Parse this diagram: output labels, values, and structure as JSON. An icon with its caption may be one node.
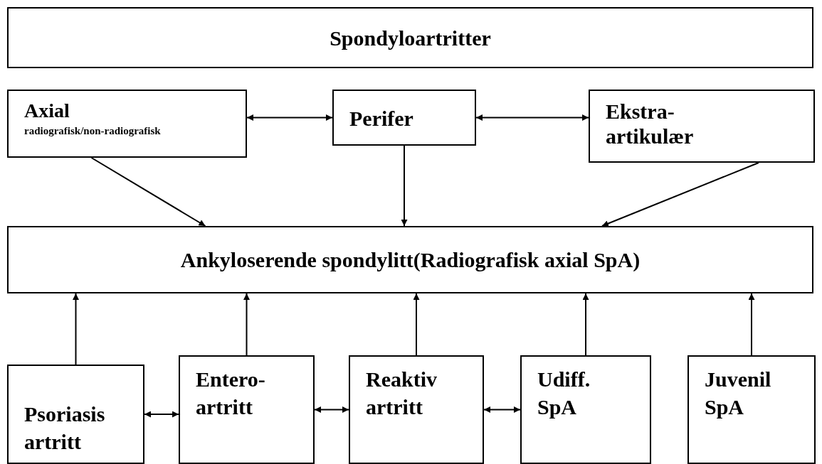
{
  "diagram": {
    "nodes": [
      {
        "text": [
          "Spondyloartritter"
        ]
      },
      {
        "text": [
          "Axial",
          "radiografisk/non-radiografisk"
        ]
      },
      {
        "text": [
          "Perifer"
        ]
      },
      {
        "text": [
          "Ekstra-artikulær"
        ]
      },
      {
        "text": [
          "Ankyloserende spondylitt(Radiografisk axial SpA)"
        ]
      },
      {
        "text": [
          "Psoriasis artritt"
        ]
      },
      {
        "text": [
          "Entero-artritt"
        ]
      },
      {
        "text": [
          "Reaktiv artritt"
        ]
      },
      {
        "text": [
          "Udiff. SpA"
        ]
      },
      {
        "text": [
          "Juvenil SpA"
        ]
      }
    ],
    "edges": [
      {
        "from": 1,
        "to": 2,
        "arrow": "both"
      },
      {
        "from": 2,
        "to": 3,
        "arrow": "both"
      },
      {
        "from": 1,
        "to": 4,
        "arrow": "to"
      },
      {
        "from": 2,
        "to": 4,
        "arrow": "to"
      },
      {
        "from": 3,
        "to": 4,
        "arrow": "to"
      },
      {
        "from": 5,
        "to": 4,
        "arrow": "to"
      },
      {
        "from": 6,
        "to": 4,
        "arrow": "to"
      },
      {
        "from": 7,
        "to": 4,
        "arrow": "to"
      },
      {
        "from": 8,
        "to": 4,
        "arrow": "to"
      },
      {
        "from": 9,
        "to": 4,
        "arrow": "to"
      },
      {
        "from": 5,
        "to": 6,
        "arrow": "both"
      },
      {
        "from": 6,
        "to": 7,
        "arrow": "both"
      },
      {
        "from": 7,
        "to": 8,
        "arrow": "both"
      }
    ]
  }
}
